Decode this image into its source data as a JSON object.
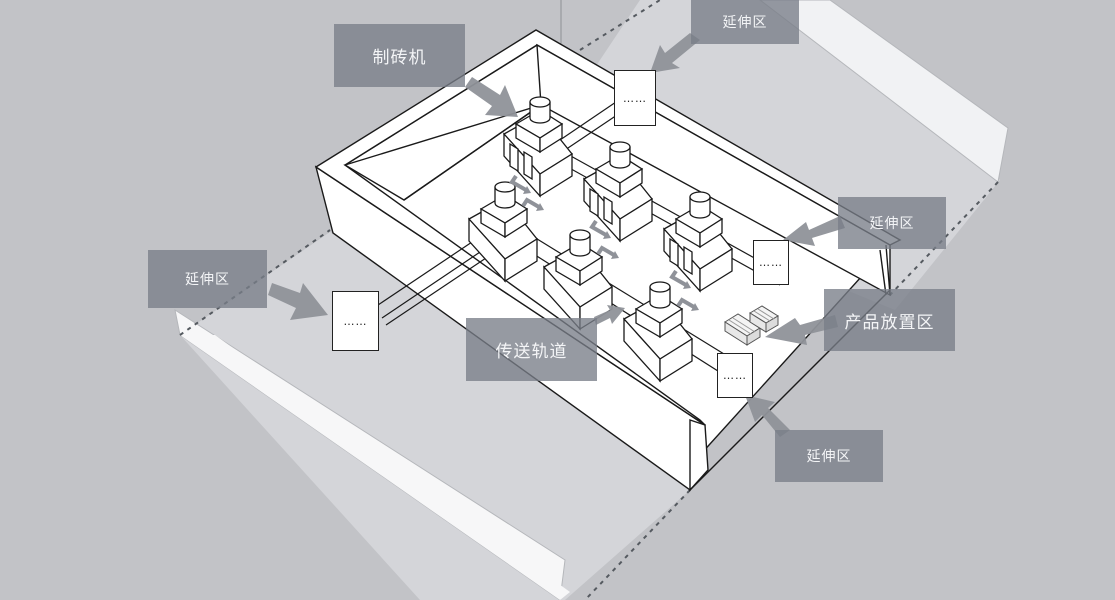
{
  "diagram": {
    "title": "制砖生产线布局示意",
    "colors": {
      "background": "#c2c3c7",
      "extension_floor": "#d4d5d9",
      "extension_wall": "#f1f2f4",
      "label_box": "#7e848d",
      "label_text": "#f4f5f7",
      "arrow": "#8f9299",
      "line": "#1a1a1a",
      "dashed": "#555a60"
    },
    "labels": {
      "brick_machine": "制砖机",
      "extension_top": "延伸区",
      "extension_right": "延伸区",
      "extension_left": "延伸区",
      "extension_bottom": "延伸区",
      "conveyor_track": "传送轨道",
      "product_area": "产品放置区"
    },
    "extension_blocks": {
      "top": "……",
      "right": "……",
      "left": "……",
      "bottom": "……"
    },
    "machines": {
      "row_1_count": 3,
      "row_2_count": 3
    },
    "product_stacks_count": 2
  }
}
